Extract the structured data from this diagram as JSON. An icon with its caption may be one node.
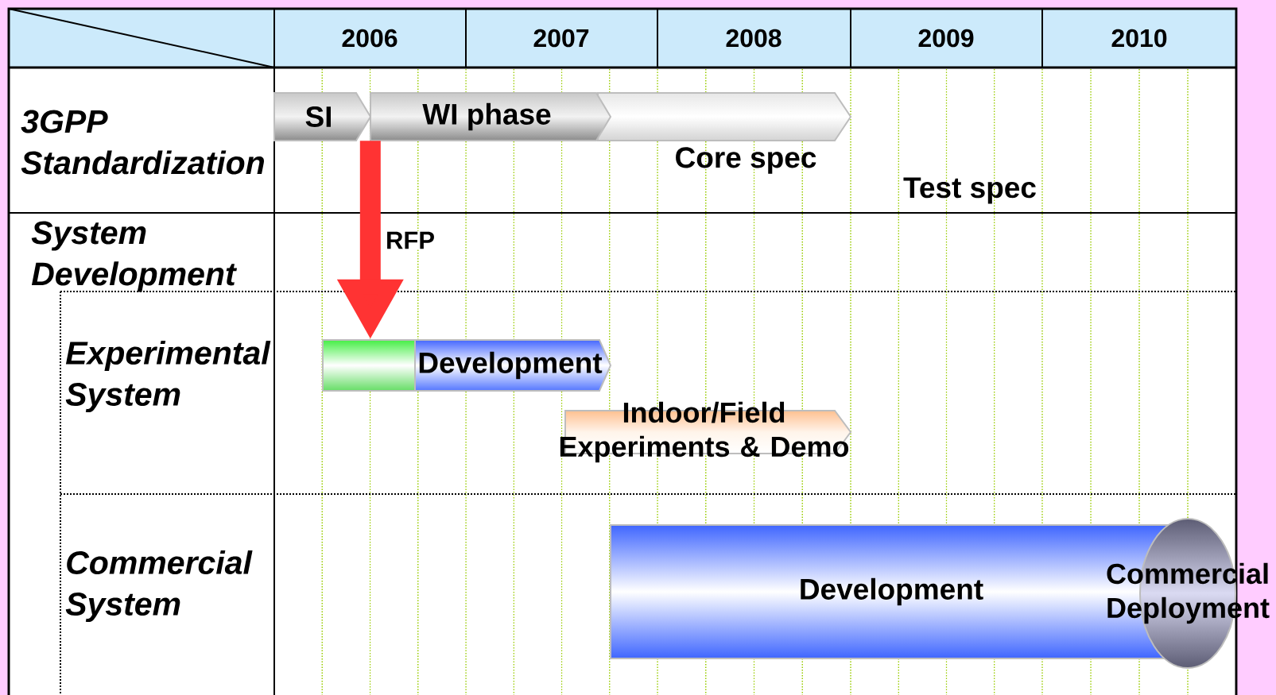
{
  "diagram": {
    "nodes": [
      {
        "text": [
          "SI"
        ]
      },
      {
        "text": [
          "WI phase"
        ]
      },
      {
        "text": [],
        "shape": "chevron",
        "beside": [
          "Core spec"
        ]
      },
      {
        "text": [],
        "shape": "box"
      },
      {
        "text": [
          "Development"
        ]
      },
      {
        "text": [
          "Indoor/Field Experiments & Demo"
        ]
      },
      {
        "text": [
          "Development"
        ]
      },
      {
        "text": [
          "Commercial Deployment"
        ]
      }
    ],
    "edges": [
      {
        "from": 1,
        "to": 3,
        "arrow": "to",
        "label": "RFP"
      }
    ],
    "labels": [
      "2006",
      "2007",
      "2008",
      "2009",
      "2010",
      "3GPP Standardization",
      "Test spec",
      "System Development",
      "Experimental System",
      "Commercial System"
    ]
  }
}
